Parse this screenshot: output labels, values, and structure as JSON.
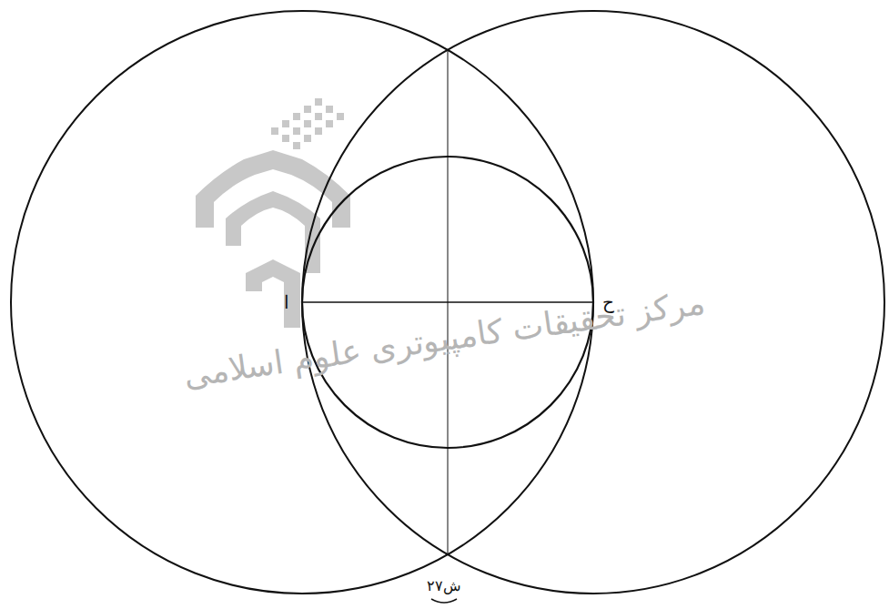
{
  "diagram": {
    "caption": "ش۲۷",
    "labels": [
      "ا",
      "ح",
      "مرکز تحقیقات کامپیوتری علوم اسلامی"
    ]
  }
}
